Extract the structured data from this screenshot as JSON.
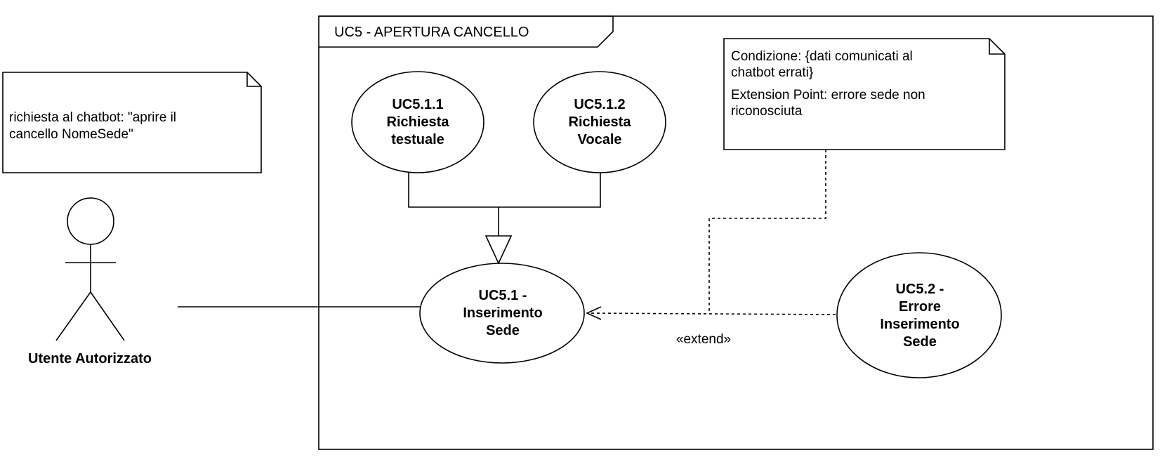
{
  "frame": {
    "title": "UC5 - APERTURA CANCELLO"
  },
  "actor": {
    "name": "Utente Autorizzato"
  },
  "notes": {
    "actor_note": [
      "richiesta al chatbot: \"aprire il",
      "cancello NomeSede\""
    ],
    "condition_note": [
      "Condizione: {dati comunicati al",
      "chatbot errati}",
      "Extension Point: errore sede non",
      "riconosciuta"
    ]
  },
  "use_cases": {
    "uc511": [
      "UC5.1.1",
      "Richiesta",
      "testuale"
    ],
    "uc512": [
      "UC5.1.2",
      "Richiesta",
      "Vocale"
    ],
    "uc51": [
      "UC5.1 -",
      "Inserimento",
      "Sede"
    ],
    "uc52": [
      "UC5.2 -",
      "Errore",
      "Inserimento",
      "Sede"
    ]
  },
  "relations": {
    "extend_label": "«extend»"
  }
}
